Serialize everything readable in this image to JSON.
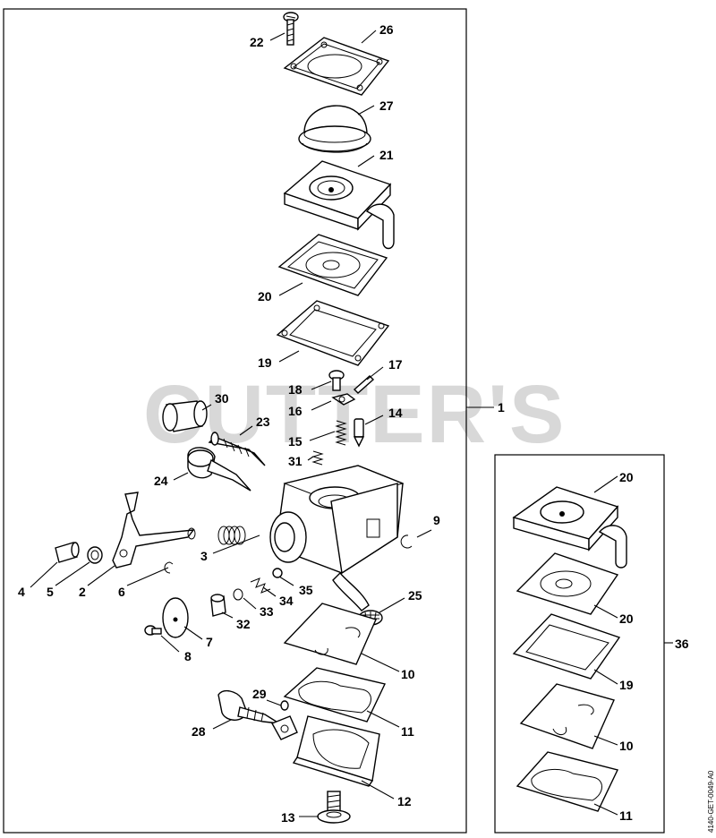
{
  "watermark": "CUTTER'S",
  "drawing_code": "4140-GET-0049-A0",
  "callouts": {
    "c22": "22",
    "c26": "26",
    "c27": "27",
    "c21": "21",
    "c20": "20",
    "c19": "19",
    "c17": "17",
    "c18": "18",
    "c16": "16",
    "c30": "30",
    "c14": "14",
    "c15": "15",
    "c1": "1",
    "c23": "23",
    "c31": "31",
    "c24": "24",
    "c9": "9",
    "c3": "3",
    "c4": "4",
    "c5": "5",
    "c2": "2",
    "c6": "6",
    "c35": "35",
    "c34": "34",
    "c33": "33",
    "c25": "25",
    "c32": "32",
    "c7": "7",
    "c8": "8",
    "c10": "10",
    "c29": "29",
    "c11": "11",
    "c28": "28",
    "c12": "12",
    "c13": "13",
    "k20a": "20",
    "k20b": "20",
    "k36": "36",
    "k19": "19",
    "k10": "10",
    "k11": "11"
  }
}
